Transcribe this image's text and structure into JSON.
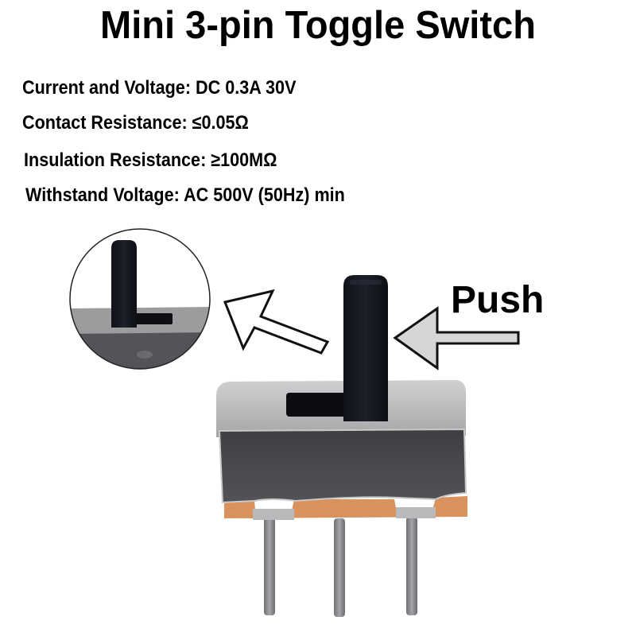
{
  "title": "Mini 3-pin Toggle Switch",
  "specs": [
    {
      "label": "Current and Voltage",
      "value": "DC 0.3A 30V",
      "text": "Current and Voltage: DC 0.3A 30V"
    },
    {
      "label": "Contact Resistance",
      "value": "≤0.05Ω",
      "text": "Contact Resistance: ≤0.05Ω"
    },
    {
      "label": "Insulation Resistance",
      "value": "≥100MΩ",
      "text": "Insulation Resistance: ≥100MΩ"
    },
    {
      "label": "Withstand Voltage",
      "value": "AC 500V (50Hz) min",
      "text": "Withstand Voltage: AC 500V (50Hz) min"
    }
  ],
  "annotation": {
    "push_label": "Push",
    "push_arrow_direction": "left",
    "result_arrow_direction": "up-left"
  },
  "product": {
    "pin_count": 3,
    "colors": {
      "lever": "#15181f",
      "housing_metal": "#b9b9bb",
      "body_dark": "#48484b",
      "base_orange": "#d9925e",
      "pins": "#8d8f93",
      "arrow_fill": "#d6d6d6"
    }
  }
}
